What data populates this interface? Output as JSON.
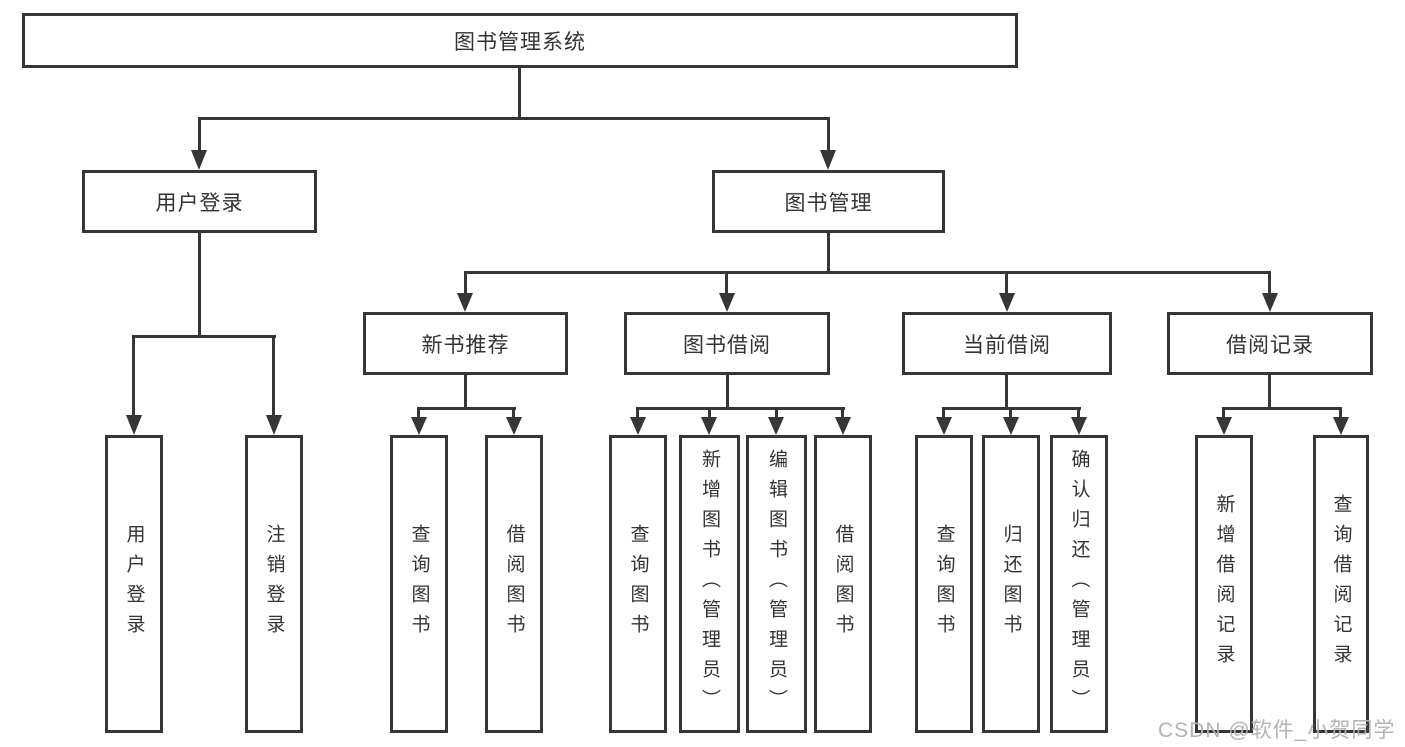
{
  "watermark": "CSDN @软件_小贺同学",
  "colors": {
    "line": "#363636",
    "text": "#333333",
    "watermark": "#b3b3b3",
    "background": "#ffffff"
  },
  "tree": {
    "root": "图书管理系统",
    "branches": [
      {
        "label": "用户登录",
        "children": [
          {
            "label": "用户登录"
          },
          {
            "label": "注销登录"
          }
        ]
      },
      {
        "label": "图书管理",
        "sections": [
          {
            "label": "新书推荐",
            "children": [
              {
                "label": "查询图书"
              },
              {
                "label": "借阅图书"
              }
            ]
          },
          {
            "label": "图书借阅",
            "children": [
              {
                "label": "查询图书"
              },
              {
                "label": "新增图书（管理员）"
              },
              {
                "label": "编辑图书（管理员）"
              },
              {
                "label": "借阅图书"
              }
            ]
          },
          {
            "label": "当前借阅",
            "children": [
              {
                "label": "查询图书"
              },
              {
                "label": "归还图书"
              },
              {
                "label": "确认归还（管理员）"
              }
            ]
          },
          {
            "label": "借阅记录",
            "children": [
              {
                "label": "新增借阅记录"
              },
              {
                "label": "查询借阅记录"
              }
            ]
          }
        ]
      }
    ]
  }
}
